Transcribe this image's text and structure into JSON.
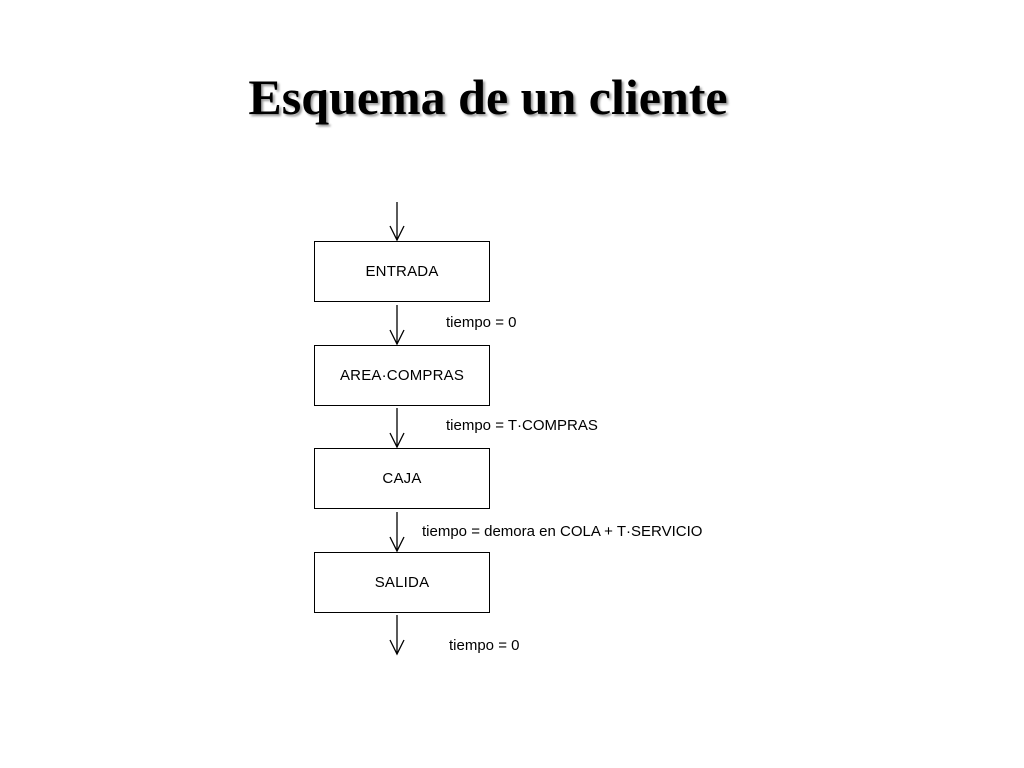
{
  "title": "Esquema de un cliente",
  "flow": {
    "boxes": [
      {
        "label": "ENTRADA"
      },
      {
        "label": "AREA·COMPRAS"
      },
      {
        "label": "CAJA"
      },
      {
        "label": "SALIDA"
      }
    ],
    "transitions": [
      {
        "label": "tiempo = 0"
      },
      {
        "label": "tiempo = T·COMPRAS"
      },
      {
        "label": "tiempo = demora en COLA + T·SERVICIO"
      },
      {
        "label": "tiempo = 0"
      }
    ]
  },
  "colors": {
    "background": "#ffffff",
    "stroke": "#000000",
    "title_shadow": "#9a9a9a"
  }
}
